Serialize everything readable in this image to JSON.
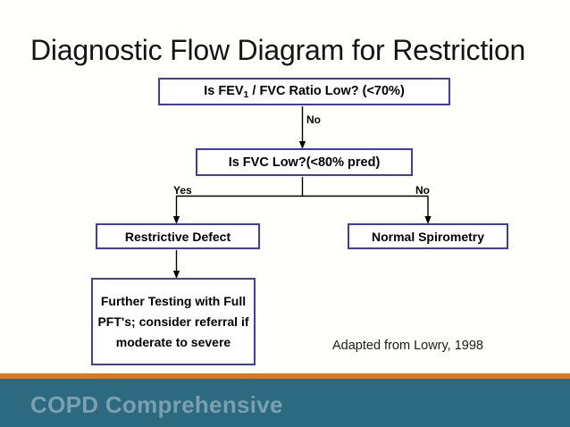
{
  "slide": {
    "title": "Diagnostic Flow Diagram for Restriction",
    "background_color": "#fffffc"
  },
  "diagram": {
    "box_border_color": "#3c3cb4",
    "box_fill_color": "#ffffff",
    "nodes": [
      {
        "id": "fev-ratio",
        "label_prefix": "Is FEV",
        "label_sub": "1",
        "label_suffix": " / FVC Ratio Low? (<70%)",
        "full_text": "Is FEV1 / FVC Ratio Low? (<70%)"
      },
      {
        "id": "fvc-low",
        "full_text": "Is FVC Low?(<80% pred)"
      },
      {
        "id": "restrictive",
        "full_text": "Restrictive Defect"
      },
      {
        "id": "normal",
        "full_text": "Normal Spirometry"
      },
      {
        "id": "further",
        "full_text": "Further Testing with Full PFT's; consider referral if moderate to severe"
      }
    ],
    "edge_labels": {
      "fev_to_fvc": "No",
      "fvc_yes": "Yes",
      "fvc_no": "No"
    }
  },
  "attribution": {
    "text": "Adapted from Lowry, 1998"
  },
  "footer": {
    "text": "COPD Comprehensive",
    "stripe_color": "#e2761b",
    "band_color": "#2c6a80",
    "text_color": "#7b9fb0"
  }
}
